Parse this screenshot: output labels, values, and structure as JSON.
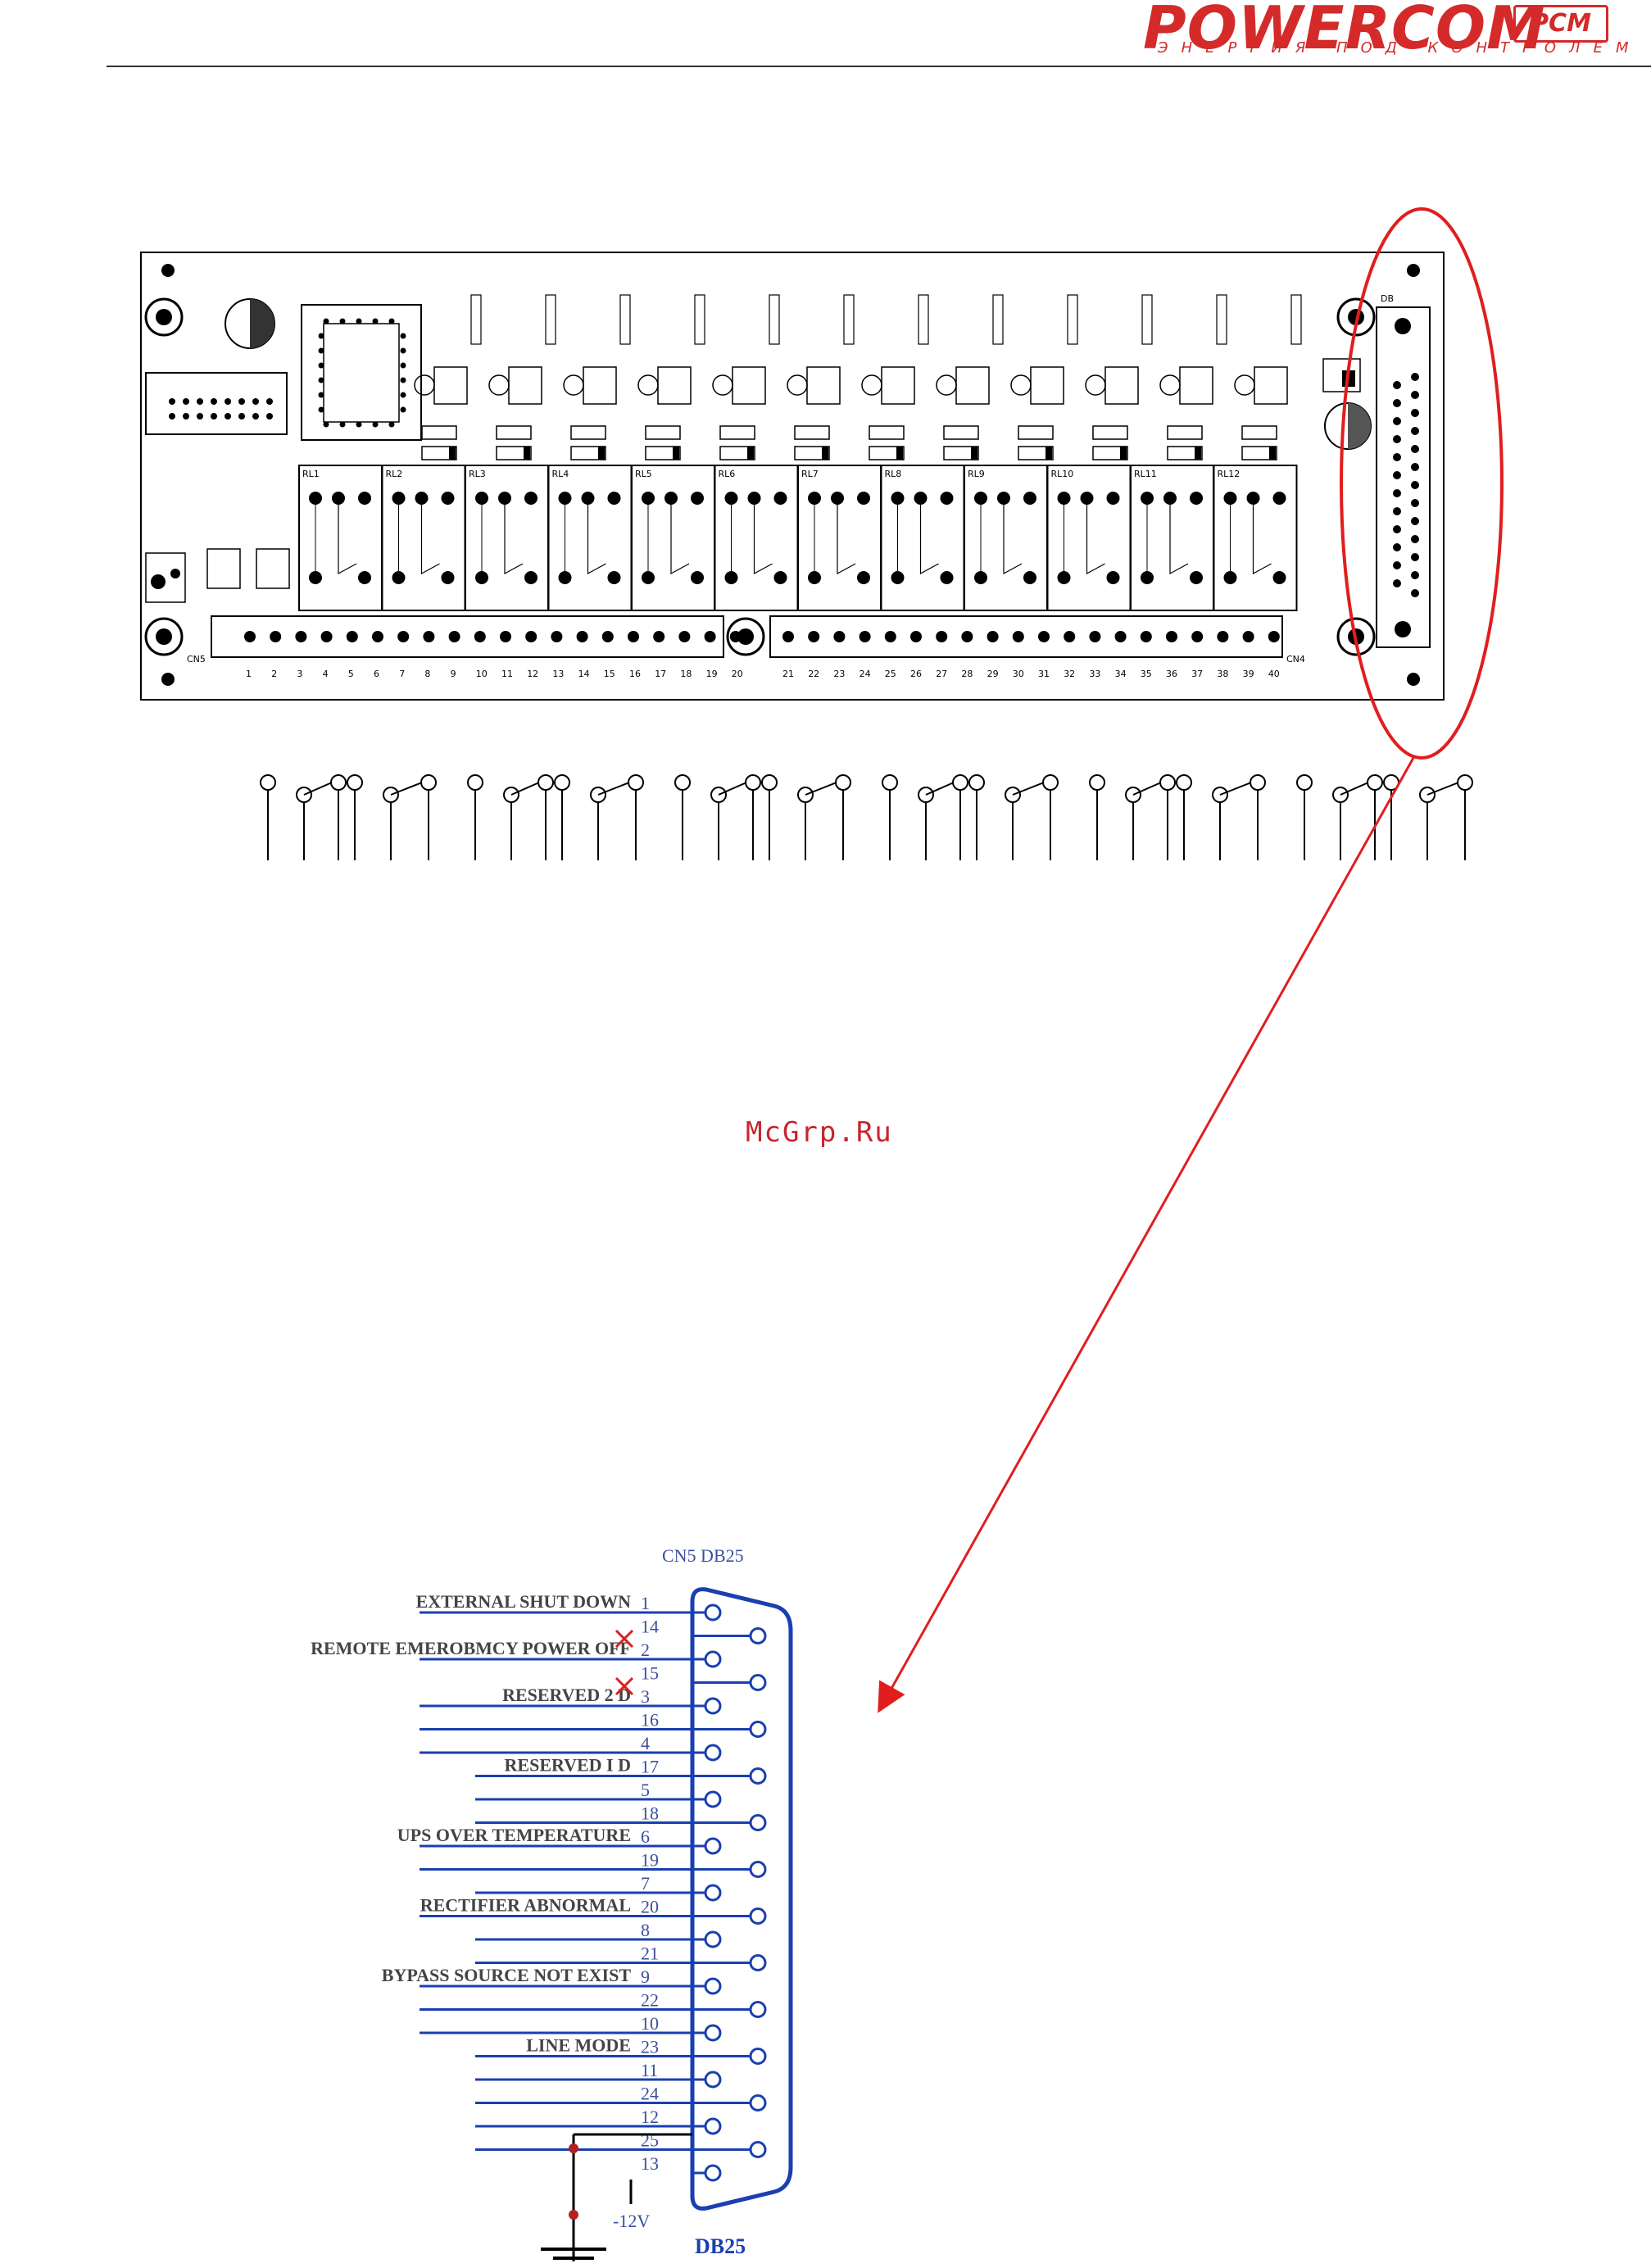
{
  "header": {
    "brand": "POWERCOM",
    "slogan": "ЭНЕРГИЯ ПОД КОНТРОЛЕМ",
    "badge": "PCM",
    "brand_color": "#d42a2a"
  },
  "watermark": "McGrp.Ru",
  "pcb": {
    "relay_labels": [
      "RL1",
      "RL2",
      "RL3",
      "RL4",
      "RL5",
      "RL6",
      "RL7",
      "RL8",
      "RL9",
      "RL10",
      "RL11",
      "RL12"
    ],
    "connector_left_label": "CN5",
    "connector_right_label": "CN4",
    "connector_db_label": "DB",
    "terminals_left": [
      "1",
      "2",
      "3",
      "4",
      "5",
      "6",
      "7",
      "8",
      "9",
      "10",
      "11",
      "12",
      "13",
      "14",
      "15",
      "16",
      "17",
      "18",
      "19",
      "20"
    ],
    "terminals_right": [
      "21",
      "22",
      "23",
      "24",
      "25",
      "26",
      "27",
      "28",
      "29",
      "30",
      "31",
      "32",
      "33",
      "34",
      "35",
      "36",
      "37",
      "38",
      "39",
      "40"
    ]
  },
  "schematic": {
    "connector_title": "CN5  DB25",
    "connector_bottom_label": "DB25",
    "voltage_label": "-12V",
    "pin_order": [
      "1",
      "14",
      "2",
      "15",
      "3",
      "16",
      "4",
      "17",
      "5",
      "18",
      "6",
      "19",
      "7",
      "20",
      "8",
      "21",
      "9",
      "22",
      "10",
      "23",
      "11",
      "24",
      "12",
      "25",
      "13"
    ],
    "signals": [
      {
        "pin": "1",
        "name": "EXTERNAL SHUT DOWN"
      },
      {
        "pin": "2",
        "name": "REMOTE EMEROBMCY POWER OFF"
      },
      {
        "pin": "3",
        "name": "RESERVED  2  D"
      },
      {
        "pin": "17",
        "name": "RESERVED  I  D"
      },
      {
        "pin": "6",
        "name": "UPS OVER TEMPERATURE"
      },
      {
        "pin": "20",
        "name": "RECTIFIER ABNORMAL"
      },
      {
        "pin": "9",
        "name": "BYPASS SOURCE NOT EXIST"
      },
      {
        "pin": "23",
        "name": "LINE MODE"
      }
    ]
  },
  "colors": {
    "highlight": "#e01e1e",
    "wire": "#1a3fb0",
    "pin_label": "#3a4f9e"
  }
}
